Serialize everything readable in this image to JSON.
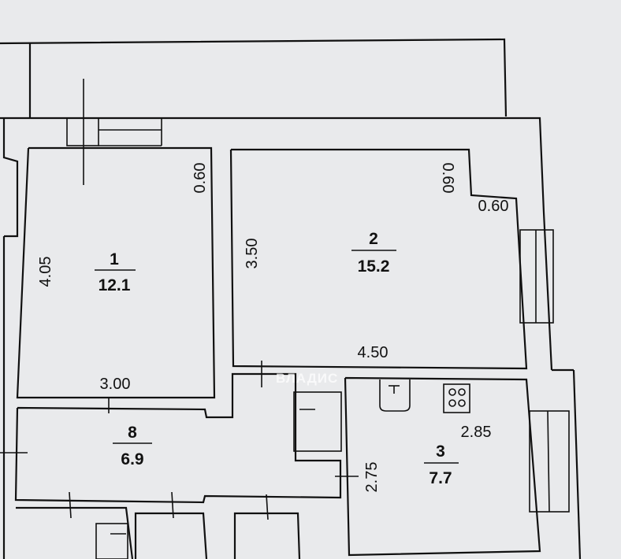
{
  "rooms": [
    {
      "id": "1",
      "number": "1",
      "area": "12.1",
      "dims": [
        "4.05",
        "0.60",
        "3.00"
      ]
    },
    {
      "id": "2",
      "number": "2",
      "area": "15.2",
      "dims": [
        "3.50",
        "0.60",
        "0.60",
        "4.50"
      ]
    },
    {
      "id": "8",
      "number": "8",
      "area": "6.9"
    },
    {
      "id": "3",
      "number": "3",
      "area": "7.7",
      "dims": [
        "2.85",
        "2.75"
      ]
    }
  ],
  "watermark": "ВЛАДИС"
}
